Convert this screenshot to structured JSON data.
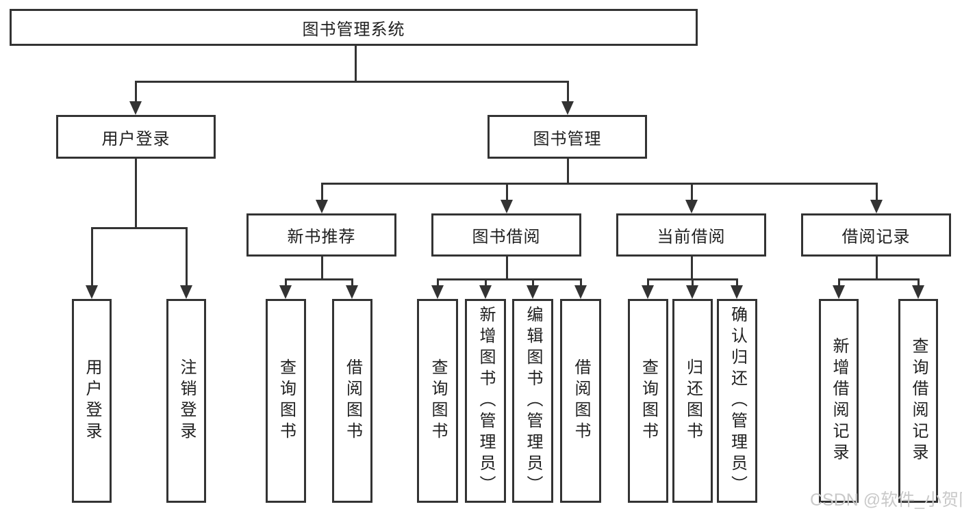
{
  "tree": {
    "root": {
      "label": "图书管理系统"
    },
    "level2": [
      {
        "label": "用户登录"
      },
      {
        "label": "图书管理"
      }
    ],
    "level3": [
      {
        "label": "新书推荐",
        "parent": "图书管理"
      },
      {
        "label": "图书借阅",
        "parent": "图书管理"
      },
      {
        "label": "当前借阅",
        "parent": "图书管理"
      },
      {
        "label": "借阅记录",
        "parent": "图书管理"
      }
    ],
    "leaves": [
      {
        "label": "用户登录",
        "parent": "用户登录"
      },
      {
        "label": "注销登录",
        "parent": "用户登录"
      },
      {
        "label": "查询图书",
        "parent": "新书推荐"
      },
      {
        "label": "借阅图书",
        "parent": "新书推荐"
      },
      {
        "label": "查询图书",
        "parent": "图书借阅"
      },
      {
        "label": "新增图书（管理员）",
        "parent": "图书借阅"
      },
      {
        "label": "编辑图书（管理员）",
        "parent": "图书借阅"
      },
      {
        "label": "借阅图书",
        "parent": "图书借阅"
      },
      {
        "label": "查询图书",
        "parent": "当前借阅"
      },
      {
        "label": "归还图书",
        "parent": "当前借阅"
      },
      {
        "label": "确认归还（管理员）",
        "parent": "当前借阅"
      },
      {
        "label": "新增借阅记录",
        "parent": "借阅记录"
      },
      {
        "label": "查询借阅记录",
        "parent": "借阅记录"
      }
    ]
  },
  "watermark": {
    "text": "CSDN @软件_小贺同学"
  },
  "colors": {
    "line": "#333333",
    "text": "#1f1f1f",
    "background": "#ffffff",
    "watermark": "#c9c9c9"
  }
}
